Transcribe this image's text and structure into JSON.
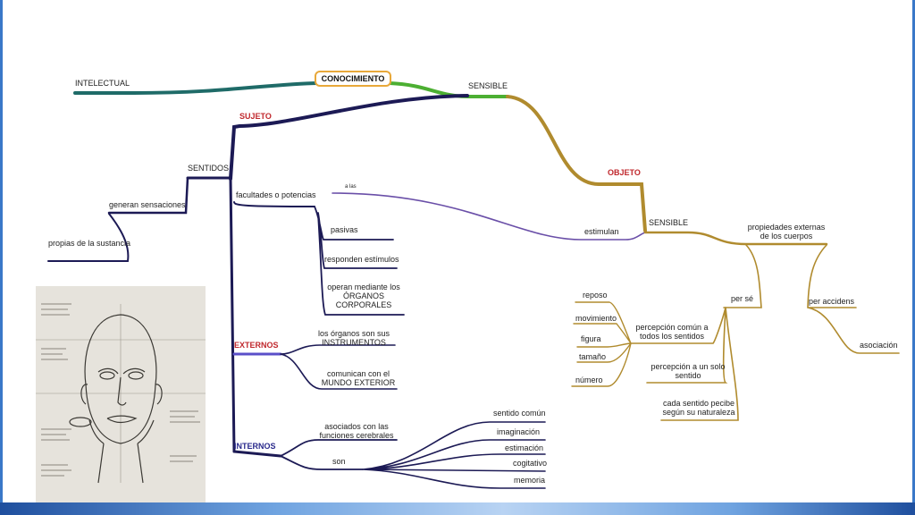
{
  "root": "CONOCIMIENTO",
  "left_branch": "INTELECTUAL",
  "right_branch": "SENSIBLE",
  "sujeto": {
    "title": "SUJETO",
    "sentidos": "SENTIDOS",
    "generan": "generan sensaciones",
    "propias": "propias de la sustancia",
    "facultades": "facultades o potencias",
    "a_las": "a las",
    "pasivas": "pasivas",
    "responden": "responden estímulos",
    "operan": [
      "operan mediante los",
      "ÓRGANOS",
      "CORPORALES"
    ],
    "externos": {
      "title": "EXTERNOS",
      "organos": [
        "los órganos son sus",
        "INSTRUMENTOS"
      ],
      "comunican": [
        "comunican con el",
        "MUNDO EXTERIOR"
      ]
    },
    "internos": {
      "title": "INTERNOS",
      "asociados": [
        "asociados con las",
        "funciones cerebrales"
      ],
      "son": "son",
      "items": [
        "sentido común",
        "imaginación",
        "estimación",
        "cogitativo",
        "memoria"
      ]
    }
  },
  "objeto": {
    "title": "OBJETO",
    "estimulan": "estimulan",
    "sensible": "SENSIBLE",
    "propiedades": [
      "propiedades externas",
      "de los cuerpos"
    ],
    "per_se": "per sé",
    "per_accidens": "per accidens",
    "asociacion": "asociación",
    "percepcion_comun": [
      "percepción común a",
      "todos los sentidos"
    ],
    "percepcion_solo": [
      "percepción a un solo",
      "sentido"
    ],
    "cada_sentido": [
      "cada sentido pecibe",
      "según su naturaleza"
    ],
    "comunes": [
      "reposo",
      "movimiento",
      "figura",
      "tamaño",
      "número"
    ]
  },
  "colors": {
    "intelectual": "#1f6b68",
    "sensible_green": "#4caf32",
    "sujeto_navy": "#1c1a55",
    "objeto_olive": "#b08b2e",
    "externos_violet": "#5a4fc9",
    "estimulan_purple": "#6a4fa8",
    "root_border": "#e8a83a",
    "label_red": "#c0282d"
  },
  "image": {
    "subject": "sketch-of-head"
  }
}
